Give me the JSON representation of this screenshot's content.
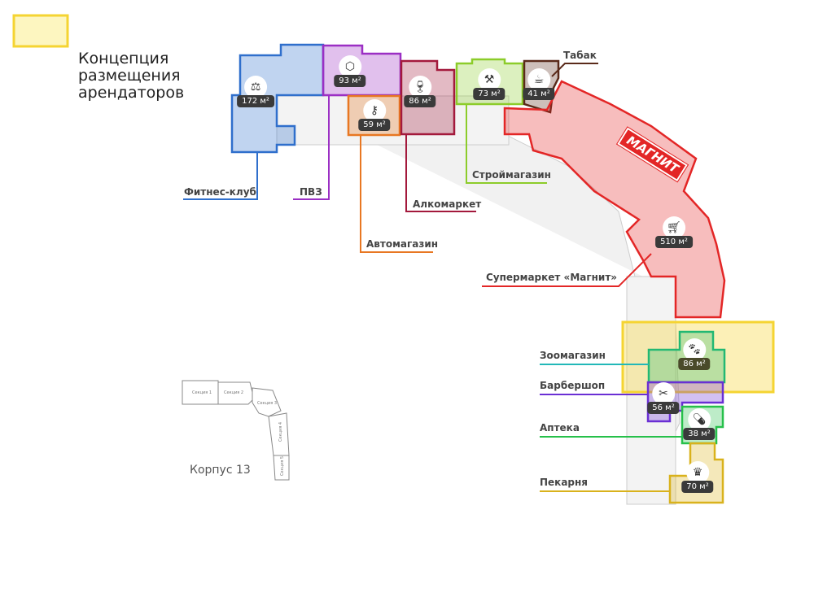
{
  "title": "Концепция\nразмещения\nарендаторов",
  "magnit_logo": "МАГНИТ",
  "korpus": "Корпус 13",
  "sections": [
    "Секция 1",
    "Секция 2",
    "Секция 3",
    "Секция 4",
    "Секция 5"
  ],
  "tenants": [
    {
      "name": "Фитнес-клуб",
      "area": "172 м²",
      "icon": "dumbbell-icon",
      "color": "#2f6fcc"
    },
    {
      "name": "ПВЗ",
      "area": "93 м²",
      "icon": "box-icon",
      "color": "#9b2fc4"
    },
    {
      "name": "Автомагазин",
      "area": "59 м²",
      "icon": "key-icon",
      "color": "#e87722"
    },
    {
      "name": "Алкомаркет",
      "area": "86 м²",
      "icon": "wine-glass-icon",
      "color": "#a3193c"
    },
    {
      "name": "Строймагазин",
      "area": "73 м²",
      "icon": "tools-icon",
      "color": "#8ccc2a"
    },
    {
      "name": "Табак",
      "area": "41 м²",
      "icon": "coffee-cup-icon",
      "color": "#5a2a1a"
    },
    {
      "name": "Супермаркет «Магнит»",
      "area": "510 м²",
      "icon": "cart-icon",
      "color": "#e32626"
    },
    {
      "name": "Зоомагазин",
      "area": "86 м²",
      "icon": "paw-icon",
      "color": "#22b873"
    },
    {
      "name": "Барбершоп",
      "area": "56 м²",
      "icon": "scissors-icon",
      "color": "#6a2fd4"
    },
    {
      "name": "Аптека",
      "area": "38 м²",
      "icon": "pill-icon",
      "color": "#26c04a"
    },
    {
      "name": "Пекарня",
      "area": "70 м²",
      "icon": "cake-icon",
      "color": "#d9b21c"
    }
  ],
  "highlight_color": "#f5d432"
}
